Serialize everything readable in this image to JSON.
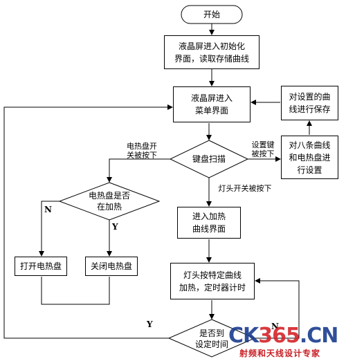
{
  "nodes": {
    "start": "开始",
    "init": "液晶屏进入初始化\n界面，读取存储曲线",
    "menu": "液晶屏进入\n菜单界面",
    "save": "对设置的曲\n线进行保存",
    "set_curves": "对八条曲线\n和电热盘进\n行设置",
    "key_scan": "键盘扫描",
    "plate_heating": "电热盘是否\n在加热",
    "open_plate": "打开电热盘",
    "close_plate": "关闭电热盘",
    "curve_ui": "进入加热\n曲线界面",
    "heat_timer": "灯头按特定曲线\n加热，定时器计时",
    "time_reached": "是否到\n设定时间"
  },
  "edge_labels": {
    "plate_key": "电热盘开\n关被按下",
    "set_key": "设置键\n被按下",
    "lamp_key": "灯头开关被按下",
    "n1": "N",
    "y1": "Y",
    "y2": "Y",
    "n2": "N"
  },
  "watermark": {
    "logo_prefix": "CK",
    "logo_digits": "365",
    "logo_suffix": ".CN",
    "subtitle": "射频和天线设计专家"
  }
}
